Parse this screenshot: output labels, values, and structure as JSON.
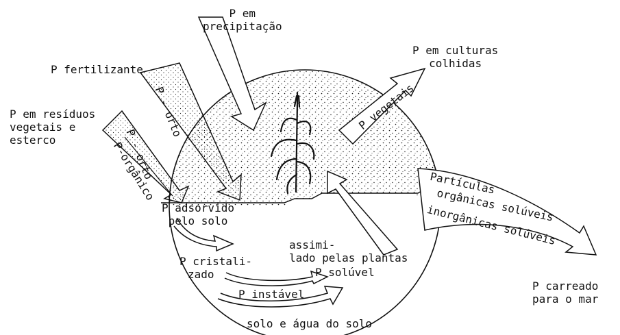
{
  "colors": {
    "ink": "#111111",
    "paper": "#ffffff",
    "stipple": "#1a1a1a"
  },
  "labels": {
    "precipitacao": [
      "P em",
      "precipitação"
    ],
    "fertilizante": "P fertilizante",
    "culturas": [
      "P em culturas",
      "colhidas"
    ],
    "residuos": [
      "P em resíduos",
      "vegetais e",
      "esterco"
    ],
    "orto_upper": "P - orto",
    "orto_lower": "P - orto",
    "organico": "P-orgânico",
    "vegetais": "P vegetais",
    "particulas": "Partículas",
    "organicas_soluveis": "orgânicas solúveis",
    "inorganicas_soluveis": "inorgânicas solúveis",
    "carreado": [
      "P carreado",
      "para o mar"
    ],
    "adsorvido": [
      "P adsorvido",
      "pelo solo"
    ],
    "cristalizado": [
      "P cristali-",
      "zado"
    ],
    "assimilado": [
      "assimi-",
      "lado pelas plantas"
    ],
    "soluvel": "P solúvel",
    "instavel": "P instável",
    "solo": "solo e água do solo"
  }
}
